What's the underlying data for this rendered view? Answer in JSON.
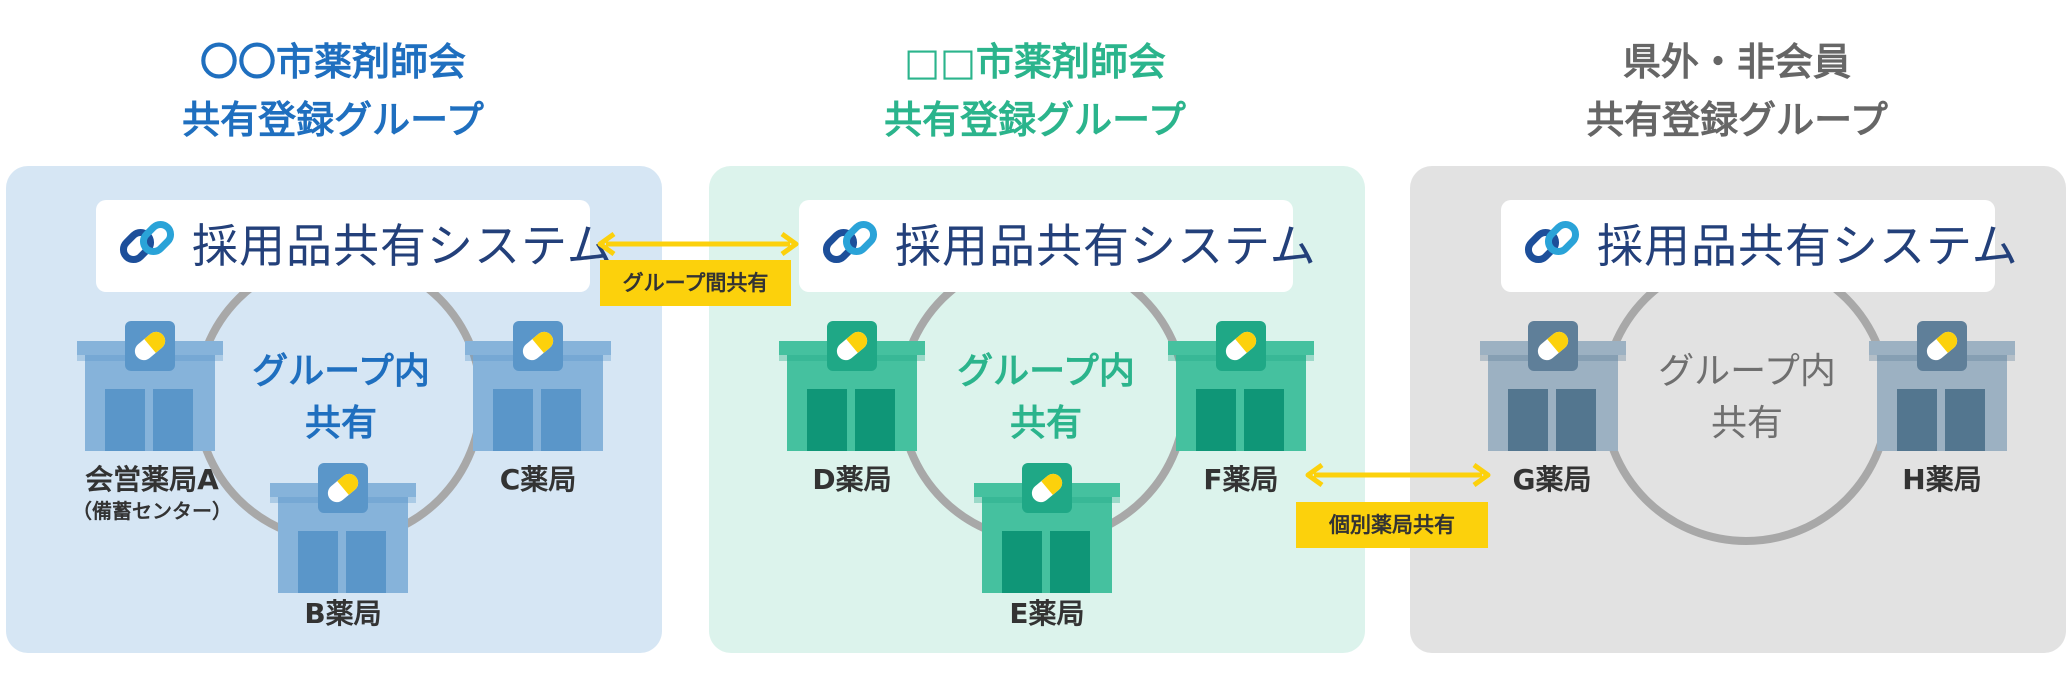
{
  "groups": [
    {
      "title_line1": "〇〇市薬剤師会",
      "title_line2": "共有登録グループ",
      "system_name": "採用品共有システム",
      "center_line1": "グループ内",
      "center_line2": "共有",
      "stores": [
        {
          "label": "会営薬局A",
          "sub": "（備蓄センター）"
        },
        {
          "label": "B薬局"
        },
        {
          "label": "C薬局"
        }
      ]
    },
    {
      "title_line1": "□□市薬剤師会",
      "title_line2": "共有登録グループ",
      "system_name": "採用品共有システム",
      "center_line1": "グループ内",
      "center_line2": "共有",
      "stores": [
        {
          "label": "D薬局"
        },
        {
          "label": "E薬局"
        },
        {
          "label": "F薬局"
        }
      ]
    },
    {
      "title_line1": "県外・非会員",
      "title_line2": "共有登録グループ",
      "system_name": "採用品共有システム",
      "center_line1": "グループ内",
      "center_line2": "共有",
      "stores": [
        {
          "label": "G薬局"
        },
        {
          "label": "H薬局"
        }
      ]
    }
  ],
  "connectors": {
    "group_share_label": "グループ間共有",
    "individual_share_label": "個別薬局共有"
  },
  "colors": {
    "blue_title": "#1f6fbf",
    "green_title": "#2bb48c",
    "gray_title": "#666666",
    "blue_panel": "#d6e6f4",
    "green_panel": "#dcf3ec",
    "gray_panel": "#e2e2e2",
    "tag_yellow": "#fcd10c"
  },
  "icons": {
    "system_logo": "chain-link-icon",
    "store": "pharmacy-store-icon",
    "store_badge": "pill-capsule-icon",
    "connector": "double-arrow-icon"
  }
}
